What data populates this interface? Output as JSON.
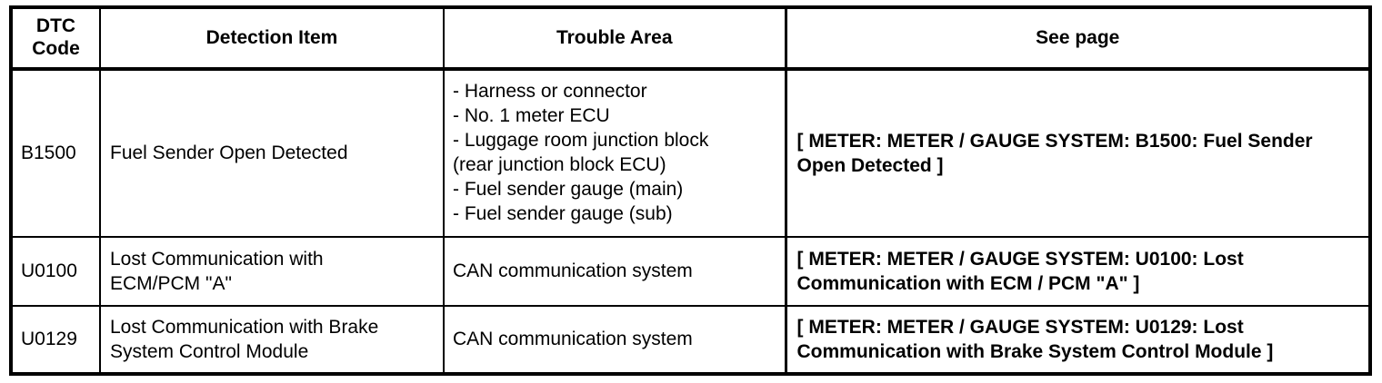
{
  "table": {
    "headers": [
      {
        "label": "DTC\nCode",
        "name": "header-dtc-code"
      },
      {
        "label": "Detection Item",
        "name": "header-detection-item"
      },
      {
        "label": "Trouble Area",
        "name": "header-trouble-area"
      },
      {
        "label": "See page",
        "name": "header-see-page"
      }
    ],
    "rows": [
      {
        "dtc_code": "B1500",
        "detection_item": "Fuel Sender Open Detected",
        "trouble_area": "- Harness or connector\n- No. 1 meter ECU\n- Luggage room junction block\n(rear junction block ECU)\n- Fuel sender gauge (main)\n- Fuel sender gauge (sub)",
        "see_page": "[ METER: METER / GAUGE SYSTEM: B1500: Fuel Sender Open Detected ]"
      },
      {
        "dtc_code": "U0100",
        "detection_item": "Lost Communication with\nECM/PCM \"A\"",
        "trouble_area": "CAN communication system",
        "see_page": "[ METER: METER / GAUGE SYSTEM: U0100: Lost Communication with ECM / PCM \"A\" ]"
      },
      {
        "dtc_code": "U0129",
        "detection_item": "Lost Communication with Brake\nSystem Control Module",
        "trouble_area": "CAN communication system",
        "see_page": "[ METER: METER / GAUGE SYSTEM: U0129: Lost Communication with Brake System Control Module ]"
      }
    ]
  },
  "colors": {
    "border": "#000000",
    "text": "#000000",
    "background": "#ffffff"
  }
}
